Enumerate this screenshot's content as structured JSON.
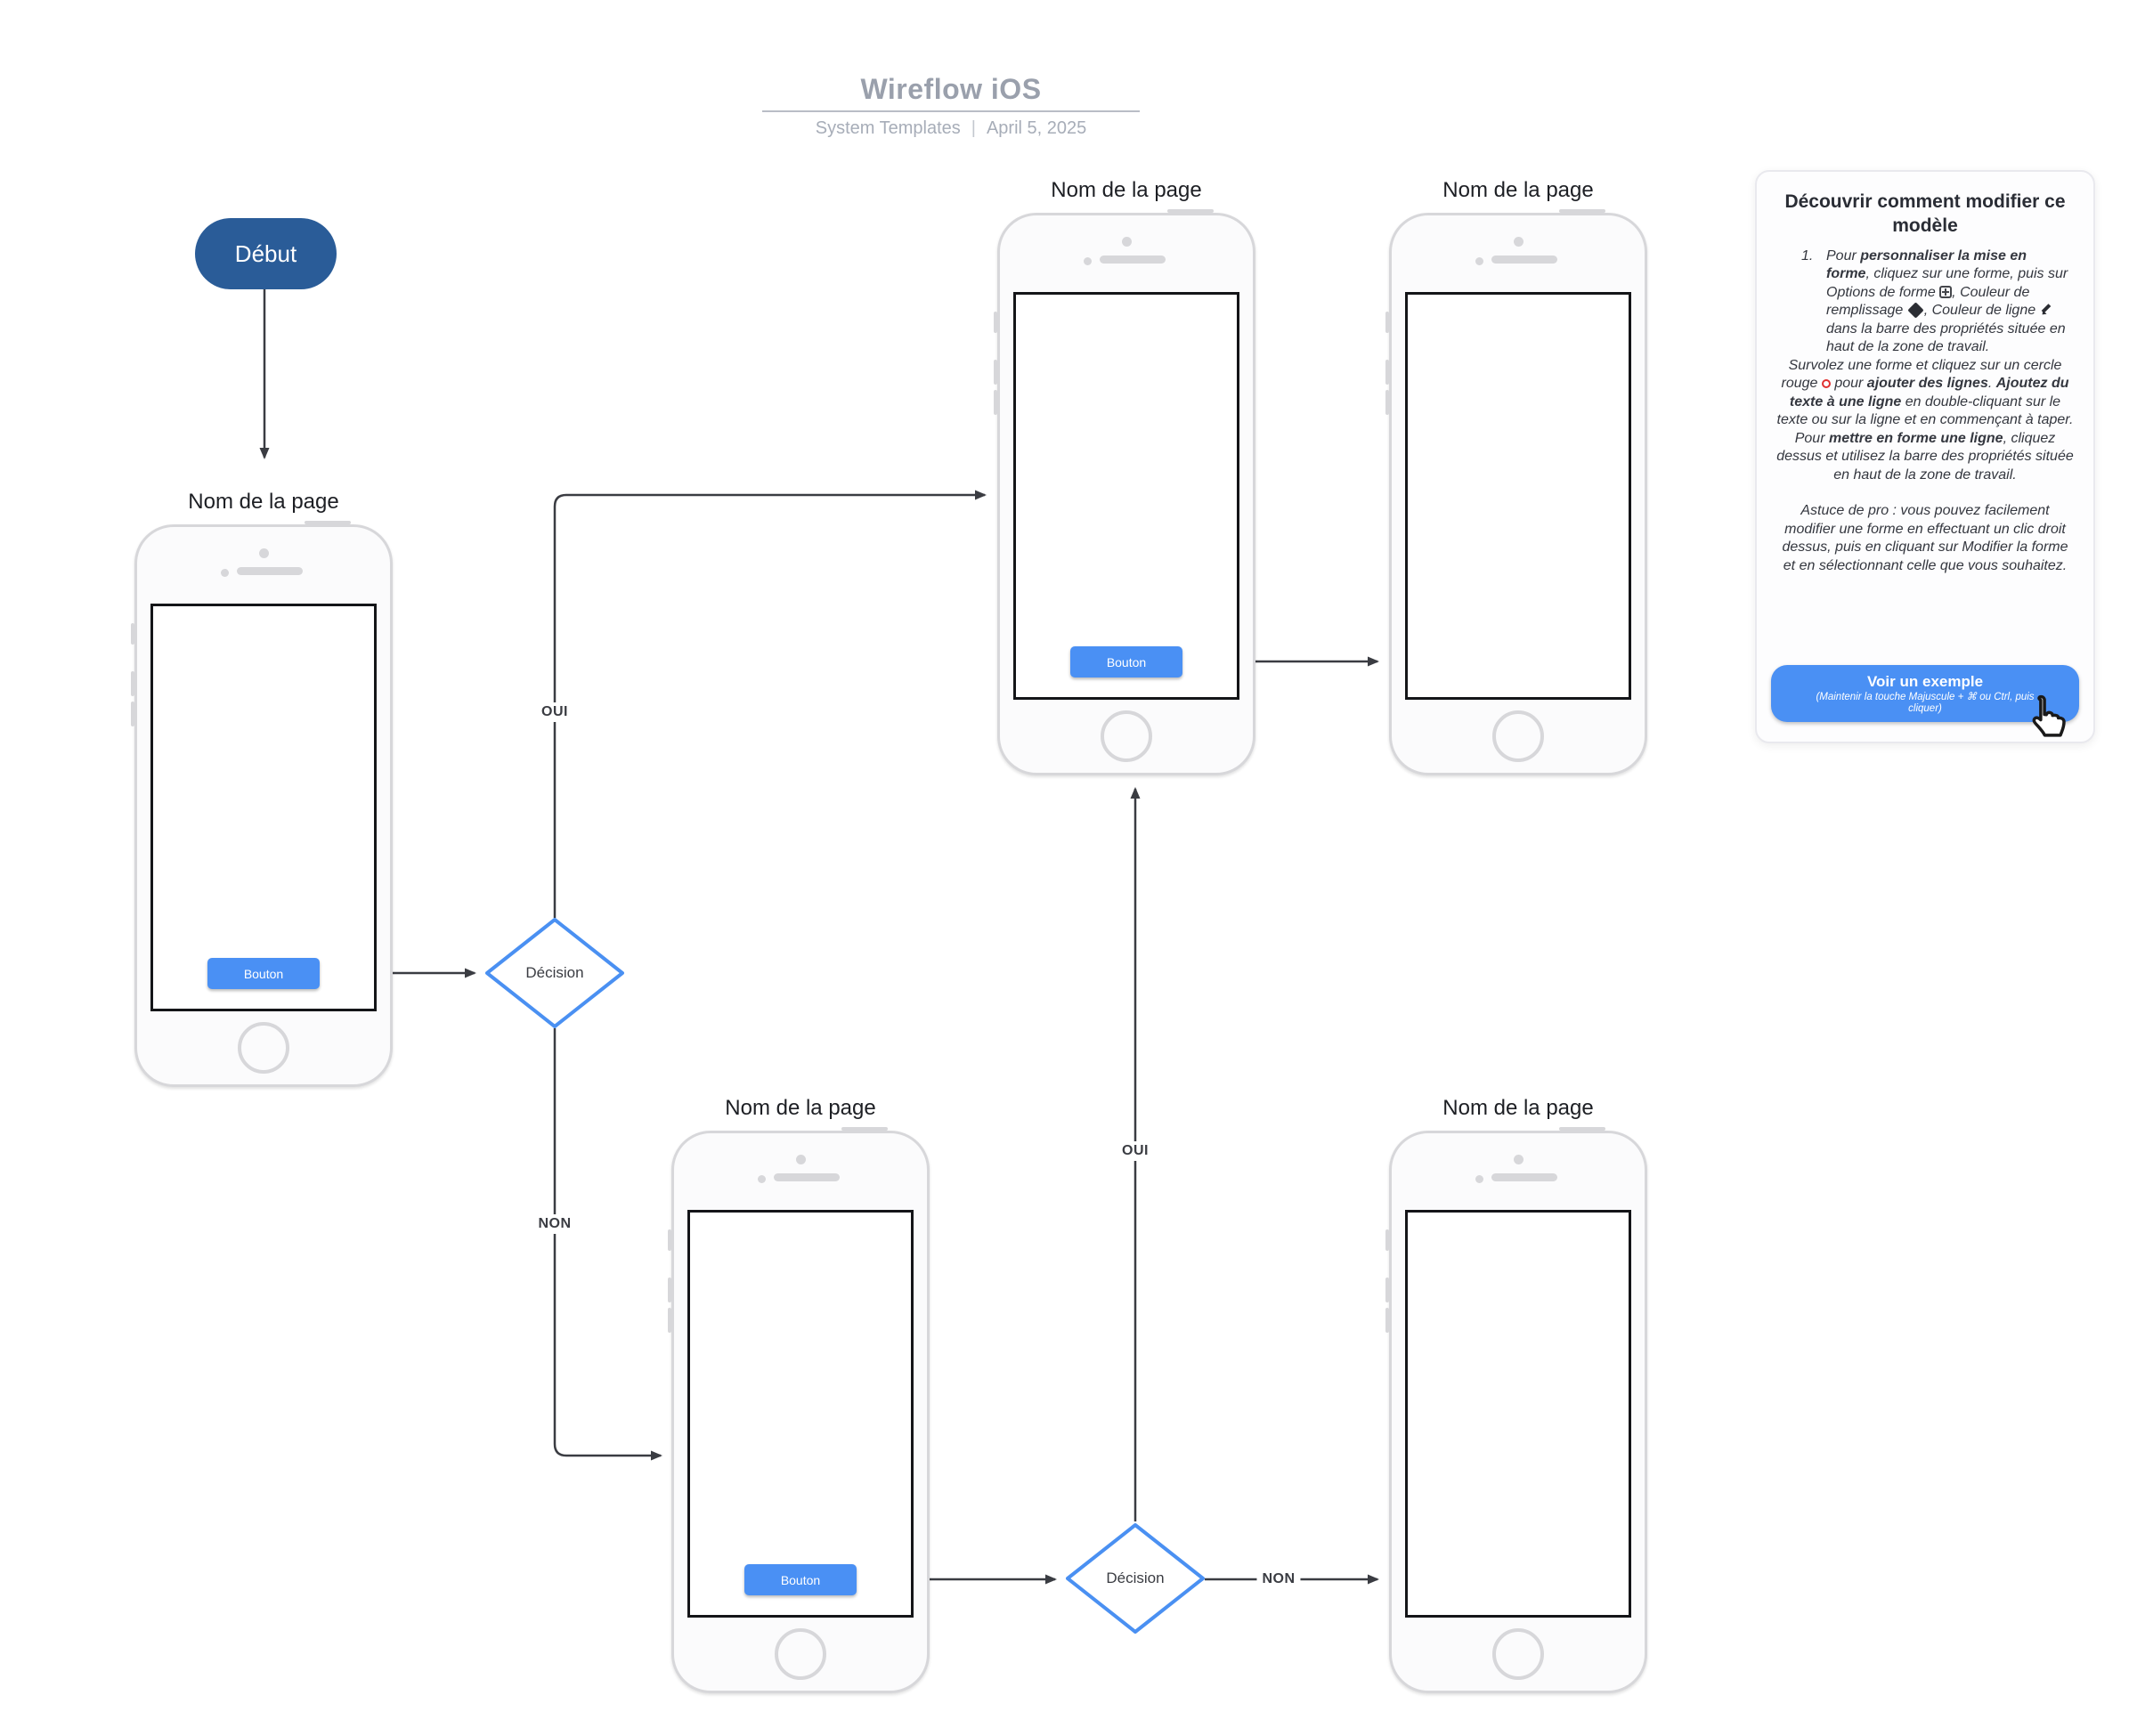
{
  "header": {
    "title": "Wireflow iOS",
    "subtitle_left": "System Templates",
    "separator": "|",
    "subtitle_right": "April 5, 2025"
  },
  "flow": {
    "start_label": "Début",
    "phones": [
      {
        "label": "Nom de la page",
        "button": "Bouton"
      },
      {
        "label": "Nom de la page",
        "button": "Bouton"
      },
      {
        "label": "Nom de la page"
      },
      {
        "label": "Nom de la page",
        "button": "Bouton"
      },
      {
        "label": "Nom de la page"
      }
    ],
    "decisions": [
      {
        "label": "Décision"
      },
      {
        "label": "Décision"
      }
    ],
    "edge_labels": {
      "decision1_yes": "OUI",
      "decision1_no": "NON",
      "decision2_yes": "OUI",
      "decision2_no": "NON"
    }
  },
  "help_panel": {
    "heading": "Découvrir comment modifier ce modèle",
    "item_number": "1.",
    "paragraph1": [
      {
        "t": "Pour "
      },
      {
        "t": "personnaliser la mise en forme",
        "b": 1
      },
      {
        "t": ", cliquez sur une forme, puis sur Options de forme "
      },
      {
        "icon": "shape-options"
      },
      {
        "t": ", Couleur de remplissage "
      },
      {
        "icon": "fill-color"
      },
      {
        "t": ", Couleur de ligne "
      },
      {
        "icon": "line-color"
      },
      {
        "t": " dans la barre des propriétés située en haut de la zone de travail."
      }
    ],
    "paragraph2": [
      {
        "t": "Survolez une forme et cliquez sur un cercle rouge "
      },
      {
        "icon": "red-circle"
      },
      {
        "t": " pour "
      },
      {
        "t": "ajouter des lignes",
        "b": 1
      },
      {
        "t": ". "
      },
      {
        "t": "Ajoutez du texte à une ligne",
        "b": 1
      },
      {
        "t": " en double-cliquant sur le texte ou sur la ligne et en commençant à taper."
      }
    ],
    "paragraph3": [
      {
        "t": "Pour "
      },
      {
        "t": "mettre en forme une ligne",
        "b": 1
      },
      {
        "t": ", cliquez dessus et utilisez la barre des propriétés située en haut de la zone de travail."
      }
    ],
    "pro_tip": [
      {
        "t": "Astuce de pro : vous pouvez facilement modifier une forme en effectuant un clic droit dessus, puis en cliquant sur Modifier la forme et en sélectionnant celle que vous souhaitez."
      }
    ],
    "see_example_button": {
      "label": "Voir un exemple",
      "sublabel": "(Maintenir la touche Majuscule + ⌘ ou Ctrl, puis cliquer)"
    }
  },
  "colors": {
    "accent_blue": "#4a90f4",
    "start_navy": "#2a5c98",
    "decision_border": "#4a90f2",
    "connector": "#3a3c42",
    "title_gray": "#9aa0ac"
  }
}
